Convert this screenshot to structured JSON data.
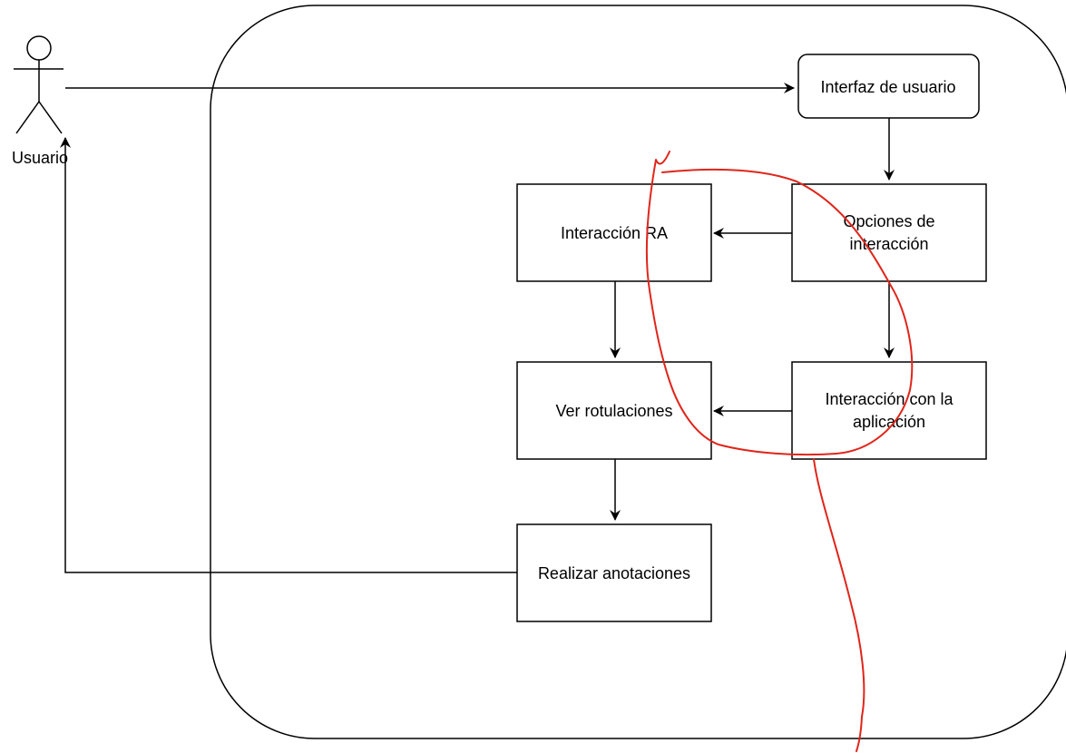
{
  "actor": {
    "label": "Usuario",
    "icon": "stick-figure-icon"
  },
  "nodes": {
    "interfaz": "Interfaz de usuario",
    "opciones_line1": "Opciones de",
    "opciones_line2": "interacción",
    "interaccion_ra": "Interacción RA",
    "interaccion_app_line1": "Interacción con la",
    "interaccion_app_line2": "aplicación",
    "ver_rotulaciones": "Ver rotulaciones",
    "realizar_anotaciones": "Realizar anotaciones"
  },
  "colors": {
    "stroke": "#000000",
    "annotation": "#e0251b",
    "background": "#ffffff"
  }
}
